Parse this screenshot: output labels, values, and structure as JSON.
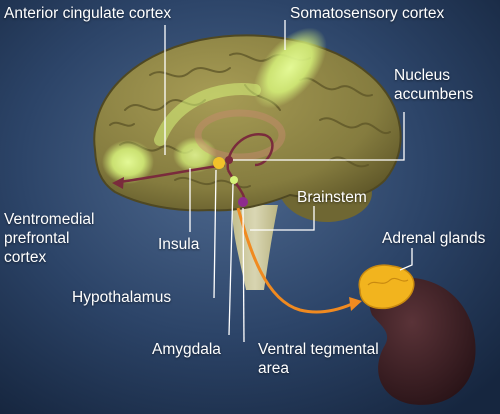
{
  "labels": {
    "anterior_cingulate": "Anterior cingulate cortex",
    "somatosensory": "Somatosensory cortex",
    "nucleus_accumbens": [
      "Nucleus",
      "accumbens"
    ],
    "ventromedial": [
      "Ventromedial",
      "prefrontal",
      "cortex"
    ],
    "insula": "Insula",
    "brainstem": "Brainstem",
    "adrenal_glands": "Adrenal glands",
    "hypothalamus": "Hypothalamus",
    "amygdala": "Amygdala",
    "vta": [
      "Ventral tegmental",
      "area"
    ]
  },
  "colors": {
    "background": "#1e3250",
    "brain": "#8f8646",
    "highlight": "#d6f27a",
    "pathway": "#7a2b3c",
    "signal": "#f08a20",
    "adrenal": "#f2b41e",
    "kidney": "#3a2025",
    "leader": "#ffffff"
  }
}
